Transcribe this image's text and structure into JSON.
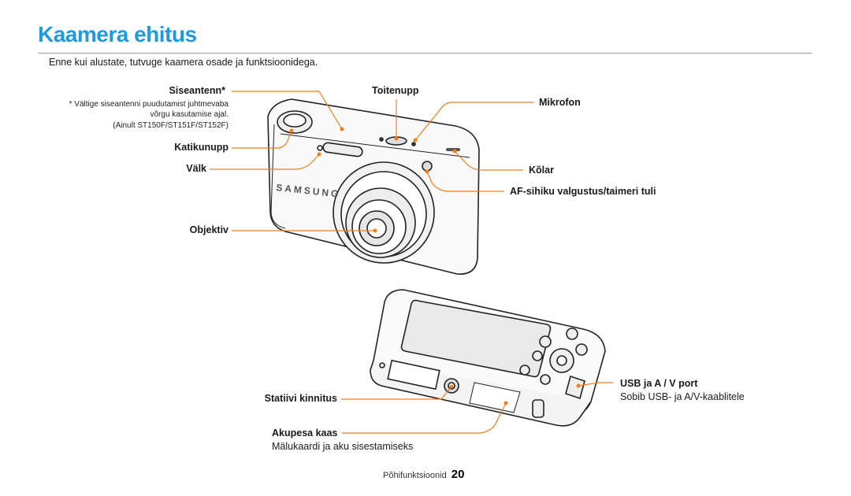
{
  "title": "Kaamera ehitus",
  "intro": "Enne kui alustate, tutvuge kaamera osade ja funktsioonidega.",
  "labels": {
    "siseantenn": "Siseantenn*",
    "siseantenn_note1": "* Vältige siseantenni puudutamist juhtmevaba",
    "siseantenn_note2": "võrgu kasutamise ajal.",
    "siseantenn_note3": "(Ainult ST150F/ST151F/ST152F)",
    "katikunupp": "Katikunupp",
    "valk": "Välk",
    "objektiv": "Objektiv",
    "toitenupp": "Toitenupp",
    "mikrofon": "Mikrofon",
    "kolar": "Kõlar",
    "af": "AF-sihiku valgustus/taimeri tuli",
    "statiivi": "Statiivi kinnitus",
    "akupesa": "Akupesa kaas",
    "akupesa_desc": "Mälukaardi ja aku sisestamiseks",
    "usb": "USB ja A / V port",
    "usb_desc": "Sobib USB- ja A/V-kaablitele"
  },
  "brand": "SAMSUNG",
  "footer": {
    "section": "Põhifunktsioonid",
    "page": "20"
  },
  "colors": {
    "title": "#1e9be0",
    "callout": "#f07f1e"
  }
}
